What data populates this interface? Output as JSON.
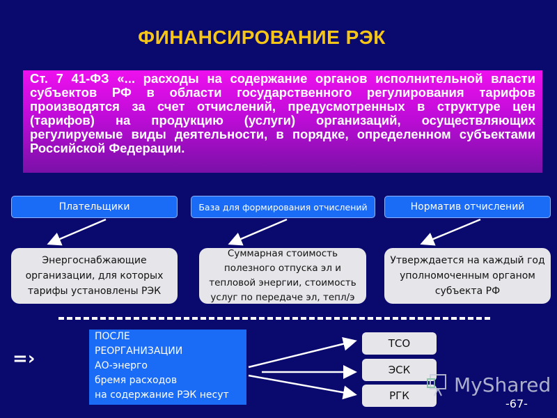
{
  "title": "ФИНАНСИРОВАНИЕ РЭК",
  "quote": "Ст. 7 41-ФЗ «... расходы на содержание органов исполнительной власти субъектов РФ в области государственного регулирования тарифов производятся за счет отчислений, предусмотренных в структуре цен (тарифов) на продукцию (услуги) организаций, осуществляющих регулируемые виды деятельности, в порядке, определенном субъектами Российской Федерации.",
  "columns": [
    {
      "header": "Плательщики",
      "body": "Энергоснабжающие\nорганизации, для которых\nтарифы установлены РЭК"
    },
    {
      "header": "База для формирования отчислений",
      "body": "Суммарная стоимость\nполезного отпуска эл и\nтепловой энергии, стоимость\nуслуг по передаче эл, тепл/э"
    },
    {
      "header": "Норматив отчислений",
      "body": "Утверждается на каждый год\nуполномоченным органом\nсубъекта РФ"
    }
  ],
  "implies_symbol": "=›",
  "after_box": {
    "lines": [
      "ПОСЛЕ",
      "РЕОРГАНИЗАЦИИ",
      "АО-энерго",
      "бремя расходов",
      "на содержание РЭК несут"
    ]
  },
  "organizations": [
    "ТСО",
    "ЭСК",
    "РГК"
  ],
  "watermark": "MyShared",
  "page_number": "-67-",
  "colors": {
    "background": "#0a0a6e",
    "title": "#f5c518",
    "header_box": "#1a6bf5",
    "card": "#e6e6ea",
    "quote_gradient_top": "#ee10ee",
    "quote_gradient_bottom": "#7a10a8"
  }
}
